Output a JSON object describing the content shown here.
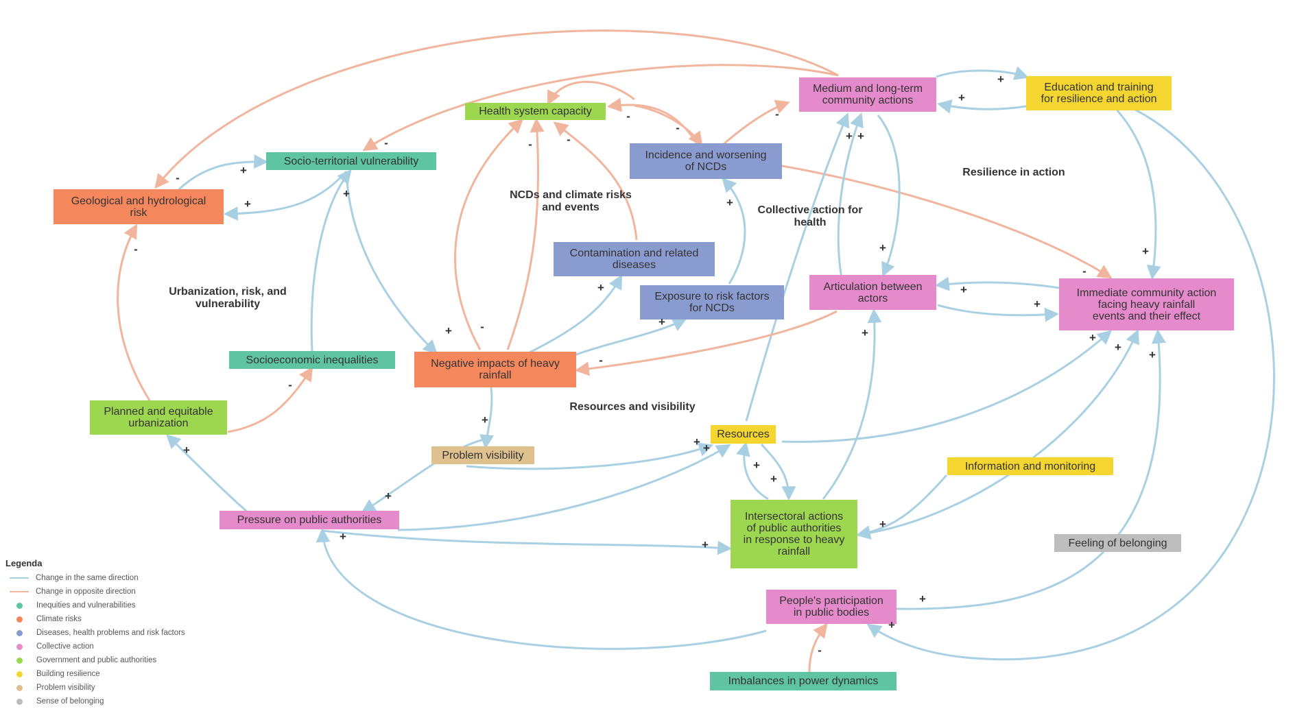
{
  "colors": {
    "same": "#a9d0e2",
    "opposite": "#f0b59c",
    "inequities": "#5ec4a1",
    "climate": "#f5875c",
    "diseases": "#8a9bd0",
    "collective": "#e58acb",
    "government": "#9dd64f",
    "building": "#f5d630",
    "visibility": "#dfc08f",
    "belonging": "#bdbdbd"
  },
  "groups": {
    "urbanization": "Urbanization, risk, and\nvulnerability",
    "ncds": "NCDs and climate risks\nand events",
    "collective": "Collective action for\nhealth",
    "resilience": "Resilience in action",
    "resources": "Resources and visibility"
  },
  "nodes": {
    "medium": "Medium and long-term\ncommunity actions",
    "education": "Education and training\nfor resilience and action",
    "health": "Health system capacity",
    "incidence": "Incidence and worsening\nof NCDs",
    "socio_territorial": "Socio-territorial vulnerability",
    "geo": "Geological and hydrological\nrisk",
    "contamination": "Contamination and related\ndiseases",
    "exposure": "Exposure to risk factors\nfor NCDs",
    "articulation": "Articulation between\nactors",
    "immediate": "Immediate community action\nfacing heavy rainfall\nevents and their effect",
    "socioeconomic": "Socioeconomic inequalities",
    "negative": "Negative impacts of heavy\nrainfall",
    "planned": "Planned and equitable\nurbanization",
    "resources": "Resources",
    "problem": "Problem visibility",
    "information": "Information and monitoring",
    "pressure": "Pressure on public authorities",
    "intersectoral": "Intersectoral actions\nof public authorities\nin response to heavy\nrainfall",
    "feeling": "Feeling of belonging",
    "participation": "People's participation\nin public bodies",
    "imbalances": "Imbalances in power dynamics"
  },
  "signs": [
    "+",
    "-"
  ],
  "legend": {
    "title": "Legenda",
    "same": "Change in the same direction",
    "opposite": "Change in opposite direction",
    "categories": [
      {
        "label": "Inequities and vulnerabilities",
        "color": "#5ec4a1"
      },
      {
        "label": "Climate risks",
        "color": "#f5875c"
      },
      {
        "label": "Diseases, health problems and risk factors",
        "color": "#8a9bd0"
      },
      {
        "label": "Collective action",
        "color": "#e58acb"
      },
      {
        "label": "Government and public authorities",
        "color": "#9dd64f"
      },
      {
        "label": "Building resilience",
        "color": "#f5d630"
      },
      {
        "label": "Problem visibility",
        "color": "#dfc08f"
      },
      {
        "label": "Sense of belonging",
        "color": "#bdbdbd"
      }
    ]
  }
}
